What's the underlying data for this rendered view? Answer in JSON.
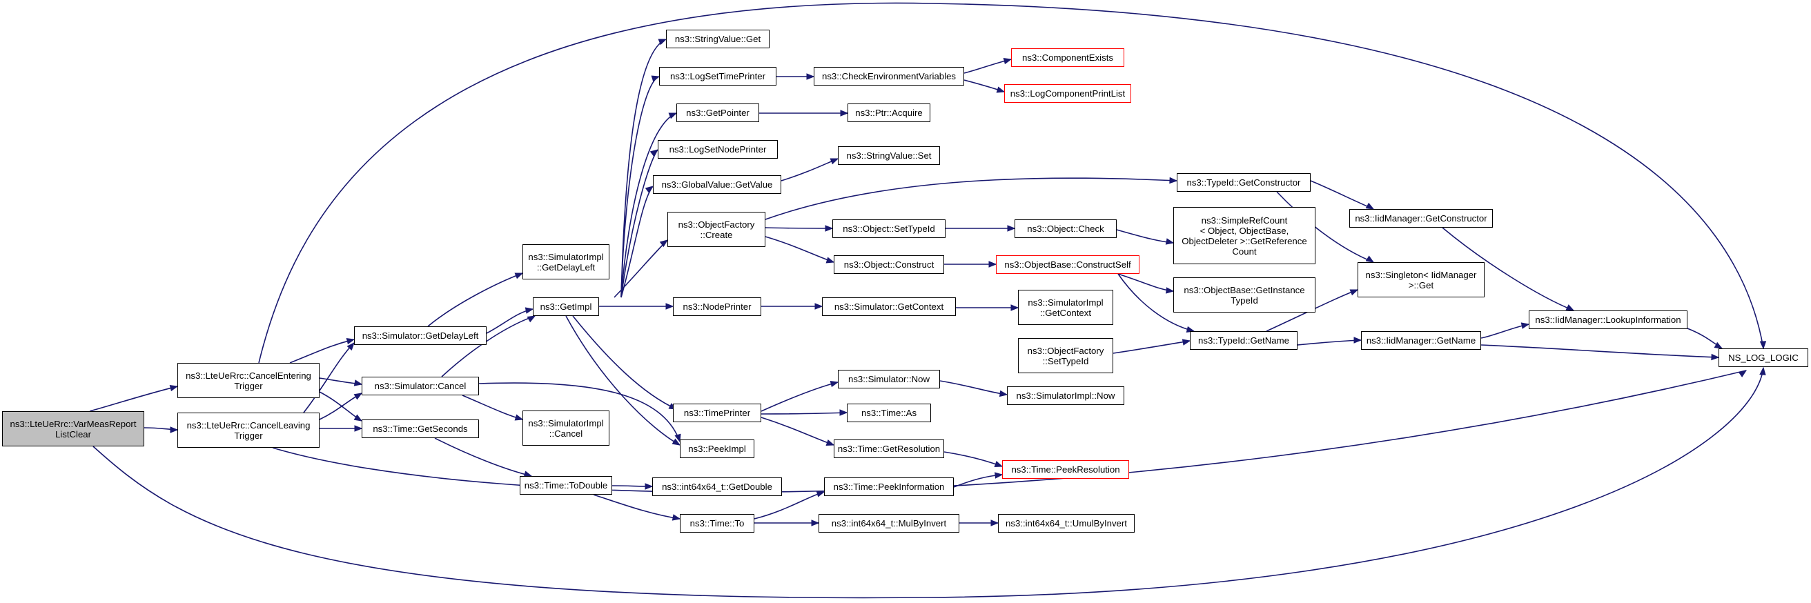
{
  "colors": {
    "edge": "#191970",
    "node_border": "#000000",
    "missing_border": "#ff0000",
    "root_fill": "#bfbfbf"
  },
  "nodes": {
    "root": "ns3::LteUeRrc::VarMeasReport\nListClear",
    "cancel_entering": "ns3::LteUeRrc::CancelEntering\nTrigger",
    "cancel_leaving": "ns3::LteUeRrc::CancelLeaving\nTrigger",
    "sim_getdelayleft": "ns3::Simulator::GetDelayLeft",
    "sim_cancel": "ns3::Simulator::Cancel",
    "time_getseconds": "ns3::Time::GetSeconds",
    "simimpl_getdelayleft": "ns3::SimulatorImpl\n::GetDelayLeft",
    "getimpl": "ns3::GetImpl",
    "simimpl_cancel": "ns3::SimulatorImpl\n::Cancel",
    "time_todouble": "ns3::Time::ToDouble",
    "stringvalue_get": "ns3::StringValue::Get",
    "logsettimeprinter": "ns3::LogSetTimePrinter",
    "getpointer": "ns3::GetPointer",
    "logsetnodeprinter": "ns3::LogSetNodePrinter",
    "globalvalue_getvalue": "ns3::GlobalValue::GetValue",
    "objectfactory_create": "ns3::ObjectFactory\n::Create",
    "nodeprinter": "ns3::NodePrinter",
    "timeprinter": "ns3::TimePrinter",
    "peekimpl": "ns3::PeekImpl",
    "int64_getdouble": "ns3::int64x64_t::GetDouble",
    "time_to": "ns3::Time::To",
    "checkenv": "ns3::CheckEnvironmentVariables",
    "ptr_acquire": "ns3::Ptr::Acquire",
    "stringvalue_set": "ns3::StringValue::Set",
    "object_settypeid": "ns3::Object::SetTypeId",
    "object_construct": "ns3::Object::Construct",
    "sim_getcontext": "ns3::Simulator::GetContext",
    "sim_now": "ns3::Simulator::Now",
    "time_as": "ns3::Time::As",
    "time_getresolution": "ns3::Time::GetResolution",
    "time_peekinformation": "ns3::Time::PeekInformation",
    "int64_mulbyinvert": "ns3::int64x64_t::MulByInvert",
    "componentexists": "ns3::ComponentExists",
    "logcomponentprintlist": "ns3::LogComponentPrintList",
    "typeid_getconstructor": "ns3::TypeId::GetConstructor",
    "object_check": "ns3::Object::Check",
    "objectbase_constructself": "ns3::ObjectBase::ConstructSelf",
    "simimpl_getcontext": "ns3::SimulatorImpl\n::GetContext",
    "objectfactory_settypeid": "ns3::ObjectFactory\n::SetTypeId",
    "simimpl_now": "ns3::SimulatorImpl::Now",
    "time_peekresolution": "ns3::Time::PeekResolution",
    "int64_umulbyinvert": "ns3::int64x64_t::UmulByInvert",
    "simplerefcount": "ns3::SimpleRefCount\n< Object, ObjectBase,\nObjectDeleter >::GetReference\nCount",
    "objectbase_getinstancetypeid": "ns3::ObjectBase::GetInstance\nTypeId",
    "typeid_getname": "ns3::TypeId::GetName",
    "iidmanager_getconstructor": "ns3::IidManager::GetConstructor",
    "singleton_get": "ns3::Singleton< IidManager\n >::Get",
    "iidmanager_getname": "ns3::IidManager::GetName",
    "iidmanager_lookupinformation": "ns3::IidManager::LookupInformation",
    "ns_log_logic": "NS_LOG_LOGIC"
  }
}
